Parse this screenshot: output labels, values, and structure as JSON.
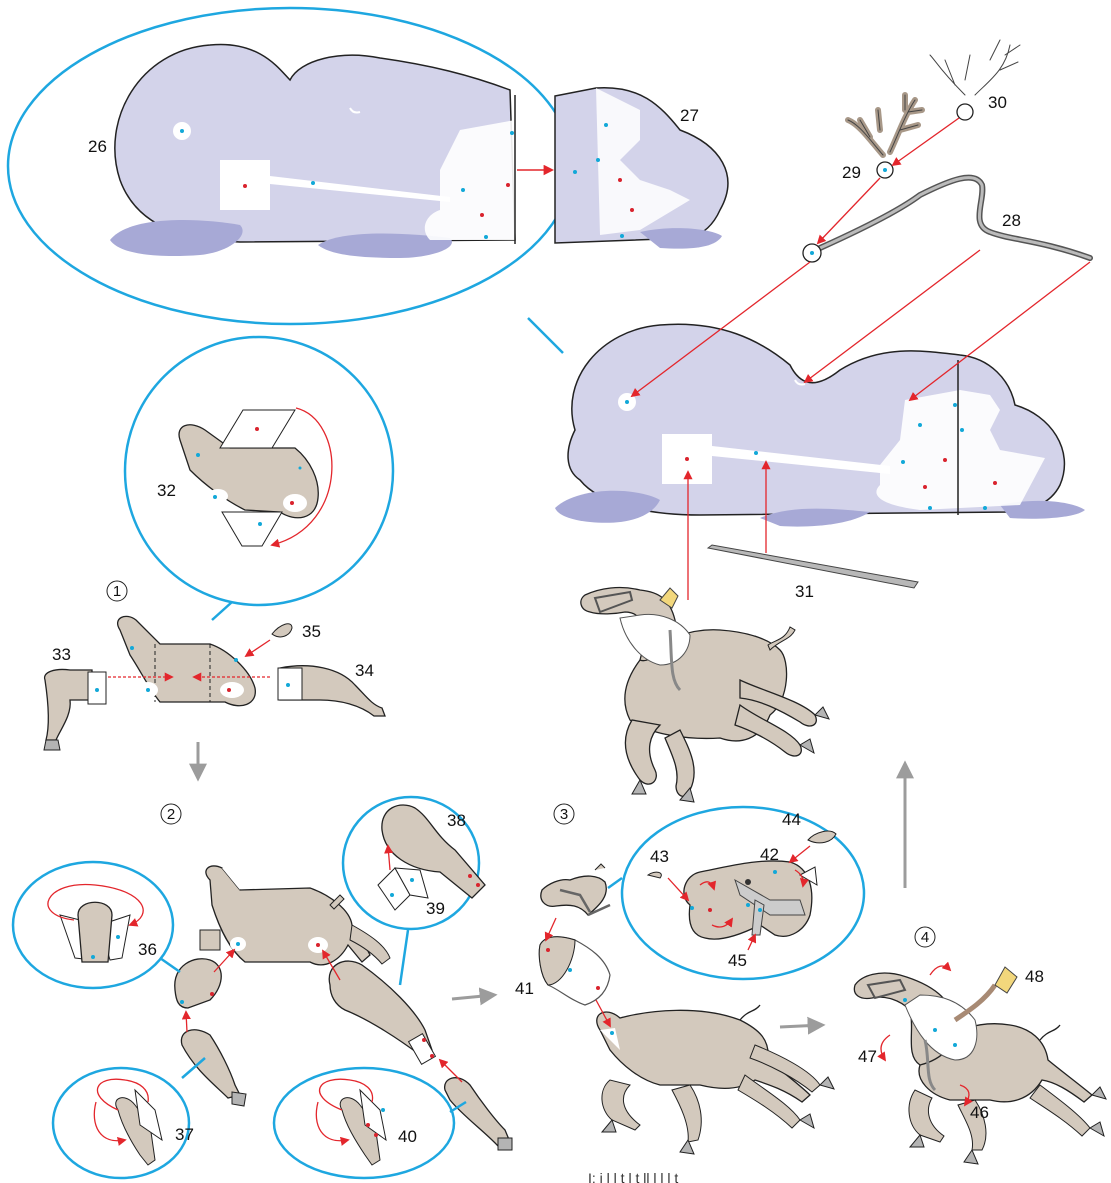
{
  "parts": {
    "p26": "26",
    "p27": "27",
    "p28": "28",
    "p29": "29",
    "p30": "30",
    "p31": "31",
    "p32": "32",
    "p33": "33",
    "p34": "34",
    "p35": "35",
    "p36": "36",
    "p37": "37",
    "p38": "38",
    "p39": "39",
    "p40": "40",
    "p41": "41",
    "p42": "42",
    "p43": "43",
    "p44": "44",
    "p45": "45",
    "p46": "46",
    "p47": "47",
    "p48": "48"
  },
  "steps": {
    "s1": "1",
    "s2": "2",
    "s3": "3",
    "s4": "4"
  },
  "footer_text": "I: i             l    l        t   l       t         ll l    l       l          t",
  "colors": {
    "sky": "#d3d3ea",
    "snow": "#a7a9d6",
    "reindeer": "#d3c9bd",
    "hoof": "#b4b4b4",
    "callout": "#1ea7e0",
    "arrow": "#e3262c",
    "flow_arrow": "#9c9c9c",
    "dot_blue": "#12a8d8",
    "dot_red": "#d9232d",
    "antler": "#a89888",
    "tail": "#f2d77c"
  }
}
